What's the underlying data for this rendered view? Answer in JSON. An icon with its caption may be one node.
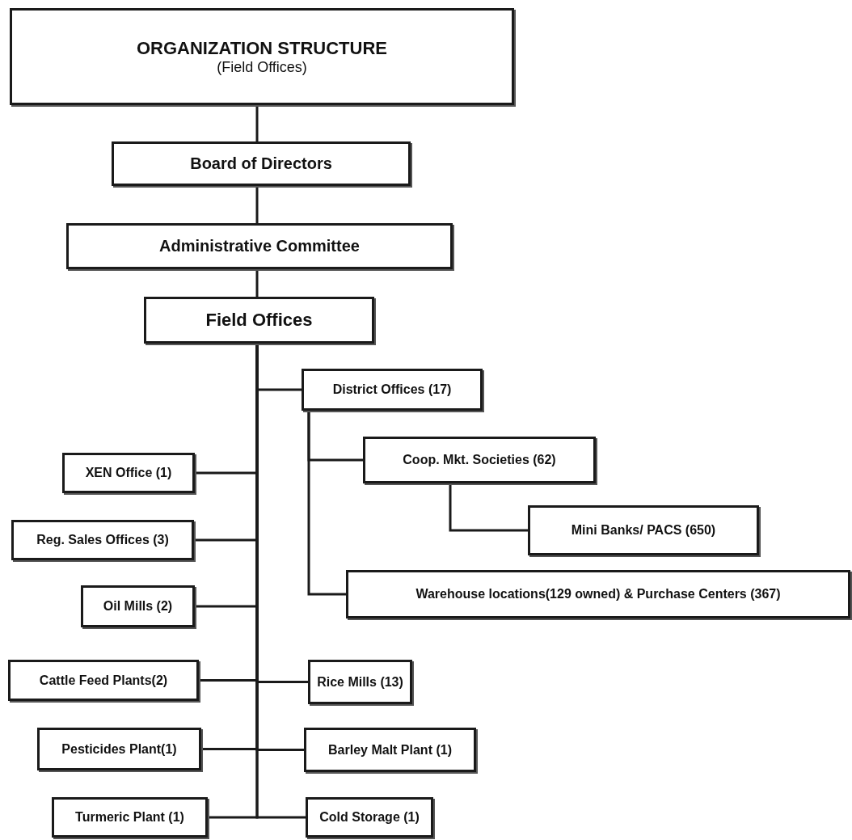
{
  "diagram": {
    "nodes": [
      {
        "text": [
          "ORGANIZATION STRUCTURE",
          "(Field Offices)"
        ]
      },
      {
        "text": [
          "Board of Directors"
        ]
      },
      {
        "text": [
          "Administrative Committee"
        ]
      },
      {
        "text": [
          "Field Offices"
        ]
      },
      {
        "text": [
          "District Offices (17)"
        ]
      },
      {
        "text": [
          "Coop. Mkt. Societies (62)"
        ]
      },
      {
        "text": [
          "Mini Banks/ PACS (650)"
        ]
      },
      {
        "text": [
          "Warehouse locations(129 owned) & Purchase Centers (367)"
        ]
      },
      {
        "text": [
          "XEN Office (1)"
        ]
      },
      {
        "text": [
          "Reg. Sales Offices (3)"
        ]
      },
      {
        "text": [
          "Oil Mills (2)"
        ]
      },
      {
        "text": [
          "Cattle Feed Plants(2)"
        ]
      },
      {
        "text": [
          "Rice Mills (13)"
        ]
      },
      {
        "text": [
          "Pesticides Plant(1)"
        ]
      },
      {
        "text": [
          "Barley Malt Plant (1)"
        ]
      },
      {
        "text": [
          "Turmeric Plant (1)"
        ]
      },
      {
        "text": [
          "Cold Storage (1)"
        ]
      }
    ],
    "edges": [
      {
        "from": 0,
        "to": 1,
        "arrow": "none"
      },
      {
        "from": 1,
        "to": 2,
        "arrow": "none"
      },
      {
        "from": 2,
        "to": 3,
        "arrow": "none"
      },
      {
        "from": 3,
        "to": 4,
        "arrow": "none"
      },
      {
        "from": 4,
        "to": 5,
        "arrow": "none"
      },
      {
        "from": 5,
        "to": 6,
        "arrow": "none"
      },
      {
        "from": 4,
        "to": 7,
        "arrow": "none"
      },
      {
        "from": 3,
        "to": 8,
        "arrow": "none"
      },
      {
        "from": 3,
        "to": 9,
        "arrow": "none"
      },
      {
        "from": 3,
        "to": 10,
        "arrow": "none"
      },
      {
        "from": 3,
        "to": 11,
        "arrow": "none"
      },
      {
        "from": 3,
        "to": 12,
        "arrow": "none"
      },
      {
        "from": 3,
        "to": 13,
        "arrow": "none"
      },
      {
        "from": 3,
        "to": 14,
        "arrow": "none"
      },
      {
        "from": 3,
        "to": 15,
        "arrow": "none"
      },
      {
        "from": 3,
        "to": 16,
        "arrow": "none"
      }
    ]
  }
}
